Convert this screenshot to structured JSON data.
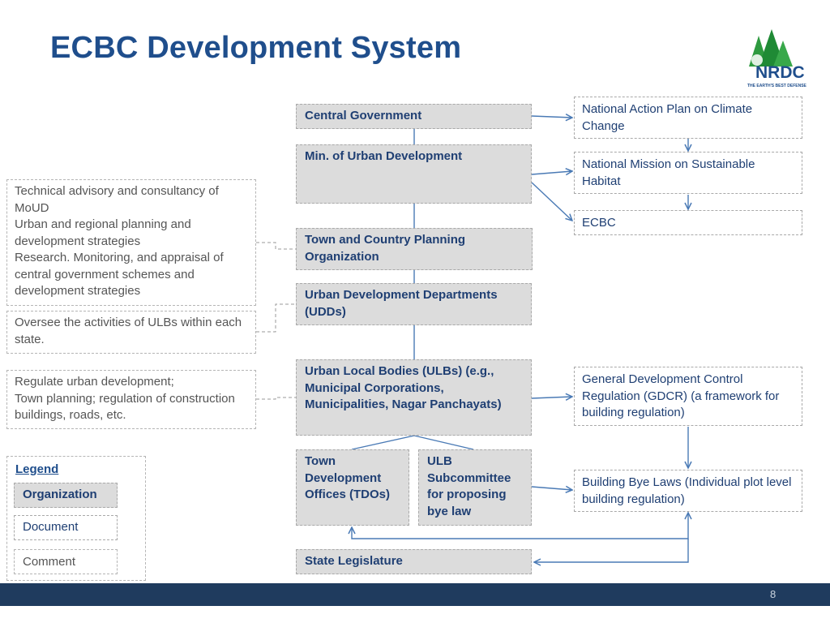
{
  "title": "ECBC Development System",
  "logo": {
    "text": "NRDC",
    "tagline": "THE EARTH'S BEST DEFENSE"
  },
  "organizations": {
    "central_government": "Central Government",
    "min_urban_development": "Min. of Urban Development",
    "tcpo": "Town and Country Planning Organization",
    "udds": "Urban Development Departments (UDDs)",
    "ulbs": "Urban Local Bodies (ULBs) (e.g., Municipal Corporations, Municipalities, Nagar Panchayats)",
    "tdos": "Town Development Offices (TDOs)",
    "ulb_subcommittee": "ULB Subcommittee for proposing bye law",
    "state_legislature": "State Legislature"
  },
  "documents": {
    "napcc": "National Action Plan on Climate Change",
    "nmsh": "National Mission on Sustainable Habitat",
    "ecbc": "ECBC",
    "gdcr": "General Development Control Regulation (GDCR) (a framework for building regulation)",
    "bye_laws": "Building Bye Laws (Individual plot level building regulation)"
  },
  "comments": {
    "tcpo_role": [
      "Technical advisory and consultancy of MoUD",
      "Urban and regional planning and development strategies",
      "Research. Monitoring, and appraisal of central government schemes and development strategies"
    ],
    "udd_role": "Oversee the activities of ULBs within each state.",
    "ulb_role": [
      "Regulate urban development;",
      "Town planning; regulation of construction buildings, roads, etc."
    ]
  },
  "legend": {
    "title": "Legend",
    "organization": "Organization",
    "document": "Document",
    "comment": "Comment"
  },
  "colors": {
    "title": "#1f4e8c",
    "org_fill": "#dcdcdc",
    "arrow": "#4a7ab5",
    "footer": "#1f3b5e"
  },
  "page_number": "8"
}
